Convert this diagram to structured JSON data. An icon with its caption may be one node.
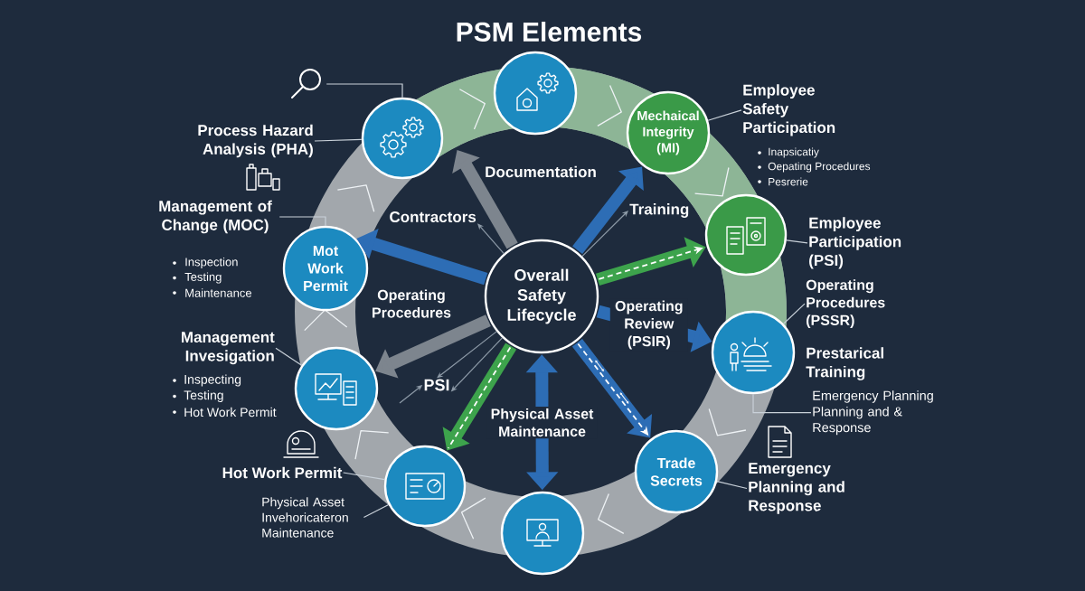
{
  "diagram": {
    "title": "PSM Elements",
    "nodes": [
      {
        "text": [
          "Overall Safety Lifecycle"
        ]
      },
      {
        "text": [],
        "shape": "circle"
      },
      {
        "text": [
          "Mechaical Integrity (MI)"
        ]
      },
      {
        "text": [
          "Employee Safety Participation"
        ],
        "beside": [
          "Inapsicatiy",
          "Oepating Procedures",
          "Pesrerie"
        ]
      },
      {
        "text": [],
        "shape": "circle"
      },
      {
        "text": [
          "Employee Participation (PSI)"
        ]
      },
      {
        "text": [
          "Operating Procedures (PSSR)"
        ]
      },
      {
        "text": [],
        "shape": "circle",
        "beside": [
          "Prestarical Training"
        ]
      },
      {
        "text": [
          "Emergency Planning Planning and & Response"
        ]
      },
      {
        "text": [
          "Trade Secrets"
        ]
      },
      {
        "text": [
          "Emergency Planning and Response"
        ]
      },
      {
        "text": [],
        "shape": "circle"
      },
      {
        "text": [],
        "shape": "circle"
      },
      {
        "text": [
          "Hot Work Permit"
        ]
      },
      {
        "text": [
          "Physical Asset Invehoricateron Maintenance"
        ]
      },
      {
        "text": [],
        "shape": "circle"
      },
      {
        "text": [
          "Management Invesigation"
        ],
        "beside": [
          "Inspecting",
          "Testing",
          "Hot Work Permit"
        ]
      },
      {
        "text": [
          "Mot Work Permit"
        ]
      },
      {
        "text": [
          "Management of Change (MOC)"
        ],
        "beside": [
          "Inspection",
          "Testing",
          "Maintenance"
        ]
      },
      {
        "text": [],
        "shape": "circle"
      },
      {
        "text": [
          "Process Hazard Analysis (PHA)"
        ]
      },
      {
        "text": [],
        "shape": "picture"
      },
      {
        "text": [
          "Contractors"
        ]
      },
      {
        "text": [
          "Training"
        ]
      },
      {
        "text": [
          "PSI"
        ]
      }
    ],
    "edges": [
      {
        "from": 21,
        "to": 19,
        "arrow": "none"
      },
      {
        "from": 20,
        "to": 19,
        "arrow": "none"
      },
      {
        "from": 3,
        "to": 2,
        "arrow": "none"
      },
      {
        "from": 5,
        "to": 4,
        "arrow": "none"
      },
      {
        "from": 6,
        "to": 7,
        "arrow": "none"
      },
      {
        "from": 8,
        "to": 7,
        "arrow": "none"
      },
      {
        "from": 10,
        "to": 9,
        "arrow": "none"
      },
      {
        "from": 13,
        "to": 12,
        "arrow": "none"
      },
      {
        "from": 14,
        "to": 12,
        "arrow": "none"
      },
      {
        "from": 16,
        "to": 15,
        "arrow": "none"
      },
      {
        "from": 18,
        "to": 17,
        "arrow": "none"
      },
      {
        "from": 0,
        "to": null,
        "arrow": "to",
        "style": "thick",
        "color": "#7d858e"
      },
      {
        "from": 0,
        "to": 2,
        "arrow": "to",
        "style": "thick",
        "color": "#2d6db5"
      },
      {
        "from": 0,
        "to": 4,
        "arrow": "to",
        "style": "thick",
        "color": "#3da34c"
      },
      {
        "from": 0,
        "to": 4,
        "arrow": "to",
        "style": "dashed",
        "color": "#ffffff"
      },
      {
        "from": 0,
        "to": 7,
        "arrow": "to",
        "style": "thick",
        "color": "#2d6db5",
        "label": "Operating Review (PSIR)"
      },
      {
        "from": 0,
        "to": 9,
        "arrow": "to",
        "style": "thick",
        "color": "#2d6db5"
      },
      {
        "from": 0,
        "to": 9,
        "arrow": "to",
        "style": "dashed",
        "color": "#ffffff"
      },
      {
        "from": 11,
        "to": 0,
        "arrow": "both",
        "style": "thick",
        "color": "#2d6db5",
        "label": "Physical Asset Maintenance"
      },
      {
        "from": 0,
        "to": 12,
        "arrow": "to",
        "style": "thick",
        "color": "#3da34c"
      },
      {
        "from": 0,
        "to": 12,
        "arrow": "none",
        "style": "dashed",
        "color": "#ffffff"
      },
      {
        "from": 0,
        "to": 15,
        "arrow": "to",
        "style": "thick",
        "color": "#7d858e"
      },
      {
        "from": 0,
        "to": 17,
        "arrow": "to",
        "style": "thick",
        "color": "#2d6db5"
      },
      {
        "from": 0,
        "to": 22,
        "arrow": "to",
        "color": "#8e9ba8"
      },
      {
        "from": 0,
        "to": 23,
        "arrow": "to",
        "color": "#8e9ba8"
      },
      {
        "from": 0,
        "to": 24,
        "arrow": "to",
        "color": "#8e9ba8"
      },
      {
        "from": 0,
        "to": 24,
        "arrow": "to",
        "color": "#8e9ba8"
      },
      {
        "from": null,
        "to": 24,
        "arrow": "to",
        "color": "#8e9ba8"
      }
    ],
    "labels": [
      "Documentation",
      "Operating Procedures"
    ]
  }
}
